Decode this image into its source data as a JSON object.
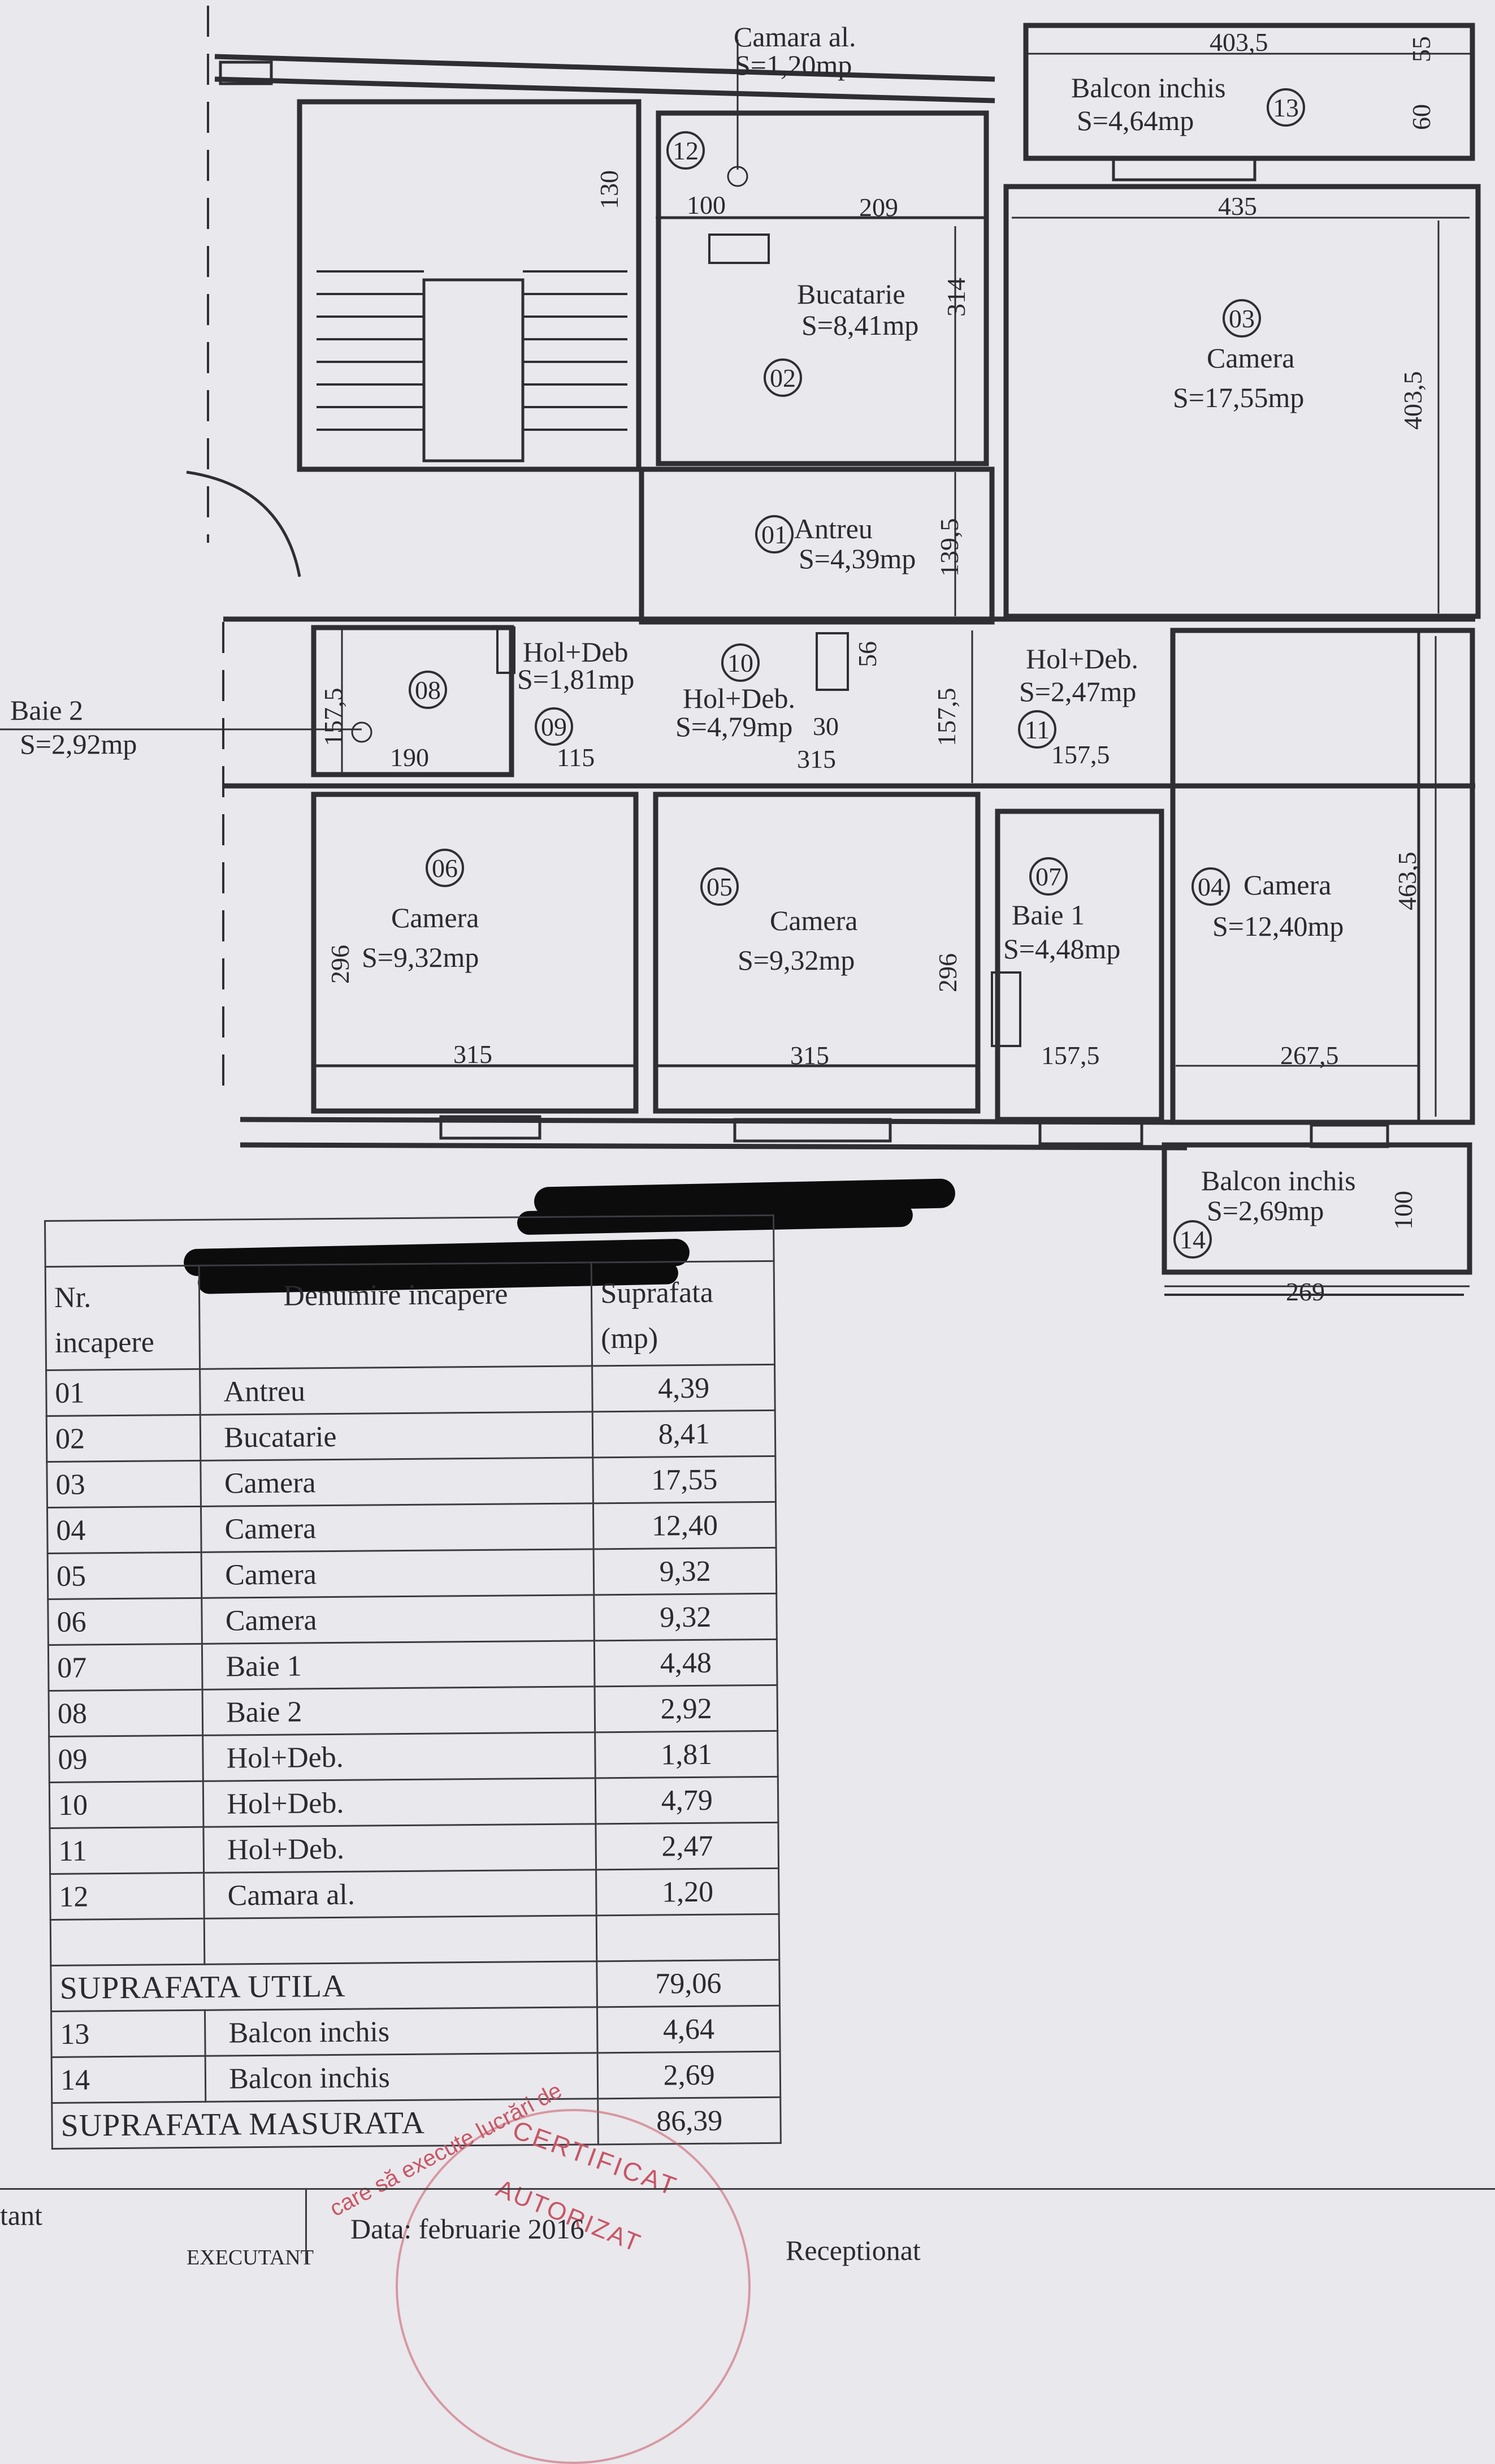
{
  "plan": {
    "labels": {
      "camara_name": "Camara al.",
      "camara_area": "S=1,20mp",
      "balcon13_name": "Balcon inchis",
      "balcon13_area": "S=4,64mp",
      "bucatarie_name": "Bucatarie",
      "bucatarie_area": "S=8,41mp",
      "camera03_name": "Camera",
      "camera03_area": "S=17,55mp",
      "antreu_name": "Antreu",
      "antreu_area": "S=4,39mp",
      "hol09_name": "Hol+Deb",
      "hol09_area": "S=1,81mp",
      "hol10_name": "Hol+Deb.",
      "hol10_area": "S=4,79mp",
      "hol11_name": "Hol+Deb.",
      "hol11_area": "S=2,47mp",
      "baie2_name": "Baie 2",
      "baie2_area": "S=2,92mp",
      "camera06_name": "Camera",
      "camera06_area": "S=9,32mp",
      "camera05_name": "Camera",
      "camera05_area": "S=9,32mp",
      "baie1_name": "Baie 1",
      "baie1_area": "S=4,48mp",
      "camera04_name": "Camera",
      "camera04_area": "S=12,40mp",
      "balcon14_name": "Balcon inchis",
      "balcon14_area": "S=2,69mp"
    },
    "room_numbers": {
      "n01": "01",
      "n02": "02",
      "n03": "03",
      "n04": "04",
      "n05": "05",
      "n06": "06",
      "n07": "07",
      "n08": "08",
      "n09": "09",
      "n10": "10",
      "n11": "11",
      "n12": "12",
      "n13": "13",
      "n14": "14"
    },
    "dimensions": {
      "d403_5_top": "403,5",
      "d55": "55",
      "d60": "60",
      "d130": "130",
      "d100": "100",
      "d209": "209",
      "d435": "435",
      "d314": "314",
      "d403_5_side": "403,5",
      "d139_5": "139,5",
      "d157_5_left": "157,5",
      "d56": "56",
      "d30": "30",
      "d157_5_mid": "157,5",
      "d190": "190",
      "d115": "115",
      "d315_hol": "315",
      "d157_5_hol11": "157,5",
      "d463_5": "463,5",
      "d296_left": "296",
      "d296_mid": "296",
      "d315_c06": "315",
      "d315_c05": "315",
      "d157_5_b1": "157,5",
      "d267_5": "267,5",
      "d100_balcon": "100",
      "d269": "269"
    }
  },
  "table": {
    "headers": {
      "nr": "Nr. incapere",
      "name": "Denumire incapere",
      "area": "Suprafata (mp)"
    },
    "rows": [
      {
        "nr": "01",
        "name": "Antreu",
        "area": "4,39"
      },
      {
        "nr": "02",
        "name": "Bucatarie",
        "area": "8,41"
      },
      {
        "nr": "03",
        "name": "Camera",
        "area": "17,55"
      },
      {
        "nr": "04",
        "name": "Camera",
        "area": "12,40"
      },
      {
        "nr": "05",
        "name": "Camera",
        "area": "9,32"
      },
      {
        "nr": "06",
        "name": "Camera",
        "area": "9,32"
      },
      {
        "nr": "07",
        "name": "Baie 1",
        "area": "4,48"
      },
      {
        "nr": "08",
        "name": "Baie 2",
        "area": "2,92"
      },
      {
        "nr": "09",
        "name": "Hol+Deb.",
        "area": "1,81"
      },
      {
        "nr": "10",
        "name": "Hol+Deb.",
        "area": "4,79"
      },
      {
        "nr": "11",
        "name": "Hol+Deb.",
        "area": "2,47"
      },
      {
        "nr": "12",
        "name": "Camara al.",
        "area": "1,20"
      }
    ],
    "util_label": "SUPRAFATA UTILA",
    "util_value": "79,06",
    "balcony_rows": [
      {
        "nr": "13",
        "name": "Balcon inchis",
        "area": "4,64"
      },
      {
        "nr": "14",
        "name": "Balcon inchis",
        "area": "2,69"
      }
    ],
    "masurata_label": "SUPRAFATA MASURATA",
    "masurata_value": "86,39"
  },
  "footer": {
    "left_partial": "tant",
    "date": "Data: februarie 2016",
    "receptionat": "Receptionat",
    "executant": "EXECUTANT"
  },
  "stamp": {
    "line1": "care să execute lucrări de",
    "line2": "CERTIFICAT",
    "line3": "AUTORIZAT"
  }
}
